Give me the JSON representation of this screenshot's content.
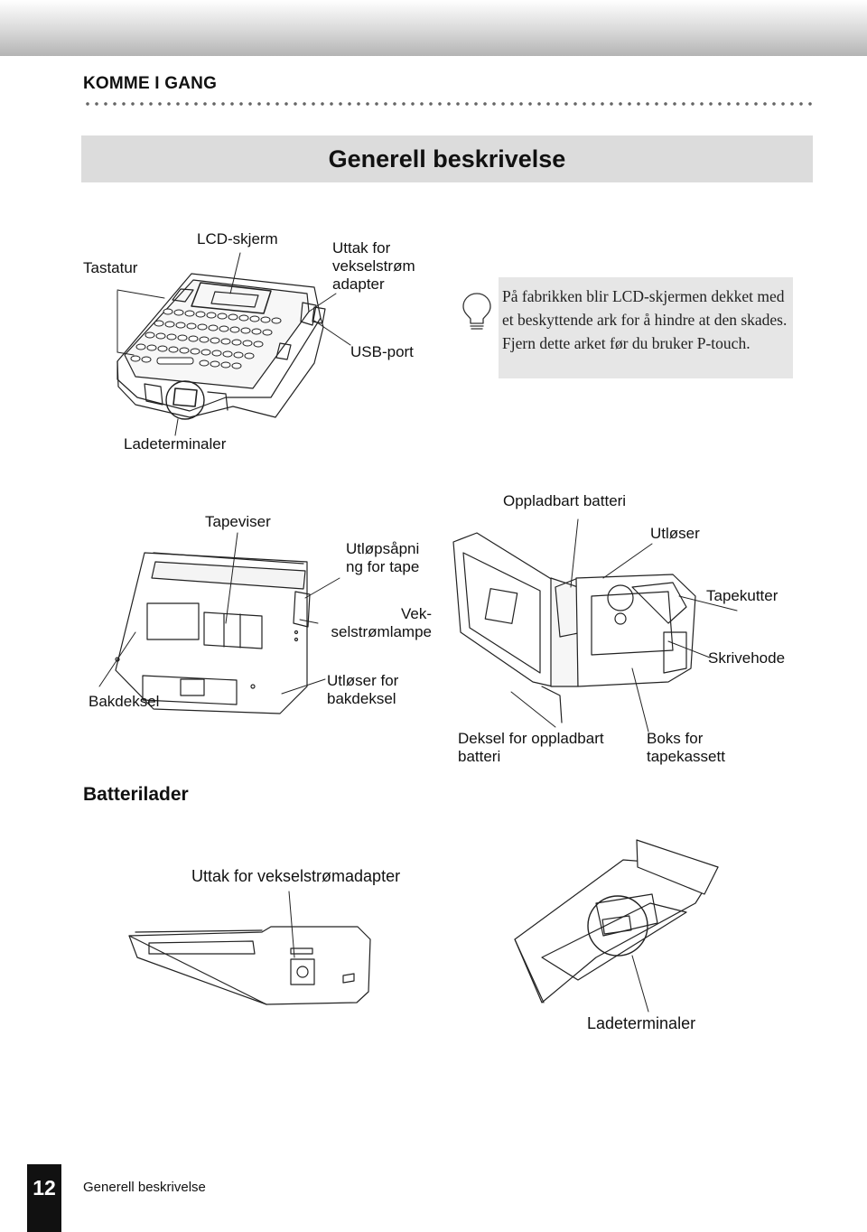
{
  "header": {
    "section": "KOMME I GANG",
    "title": "Generell beskrivelse"
  },
  "printer_labels": {
    "keyboard": "Tastatur",
    "lcd": "LCD-skjerm",
    "ac_outlet": "Uttak for vekselstrøm adapter",
    "usb": "USB-port",
    "charge_terminals": "Ladeterminaler"
  },
  "note": {
    "icon": "lightbulb-icon",
    "text": "På fabrikken blir LCD-skjermen dekket med et beskyttende ark for å hindre at den skades. Fjern dette arket før du bruker P-touch."
  },
  "back_labels": {
    "tape_viewer": "Tapeviser",
    "tape_exit": "Utløpsåpni ng for tape",
    "ac_lamp": "Vek- selstrømlampe",
    "back_cover": "Bakdeksel",
    "back_cover_release": "Utløser for bakdeksel"
  },
  "open_labels": {
    "battery": "Oppladbart batteri",
    "release": "Utløser",
    "cutter": "Tapekutter",
    "print_head": "Skrivehode",
    "battery_cover": "Deksel for oppladbart batteri",
    "tape_box": "Boks for tapekassett"
  },
  "charger": {
    "heading": "Batterilader",
    "ac_outlet": "Uttak for vekselstrømadapter",
    "terminals": "Ladeterminaler"
  },
  "footer": {
    "page_number": "12",
    "text": "Generell beskrivelse"
  }
}
